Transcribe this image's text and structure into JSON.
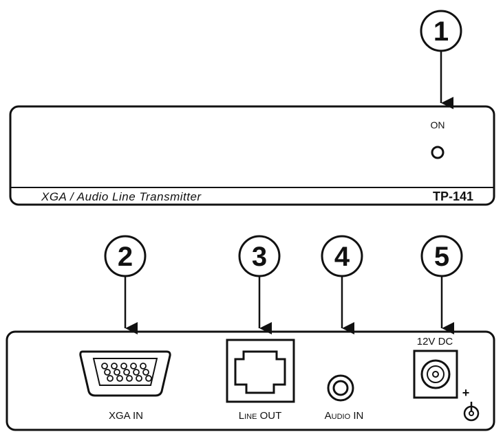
{
  "front_panel": {
    "on_label": "ON",
    "title": "XGA / Audio Line Transmitter",
    "model": "TP-141"
  },
  "rear_panel": {
    "xga_in_label": "XGA IN",
    "line_out_label": "Line OUT",
    "audio_in_label": "Audio IN",
    "power_label": "12V DC",
    "polarity_plus": "+"
  },
  "callouts": [
    {
      "number": "1",
      "target": "on-led"
    },
    {
      "number": "2",
      "target": "xga-in-connector"
    },
    {
      "number": "3",
      "target": "line-out-connector"
    },
    {
      "number": "4",
      "target": "audio-in-jack"
    },
    {
      "number": "5",
      "target": "power-jack"
    }
  ],
  "colors": {
    "stroke": "#111111",
    "background": "#ffffff"
  }
}
